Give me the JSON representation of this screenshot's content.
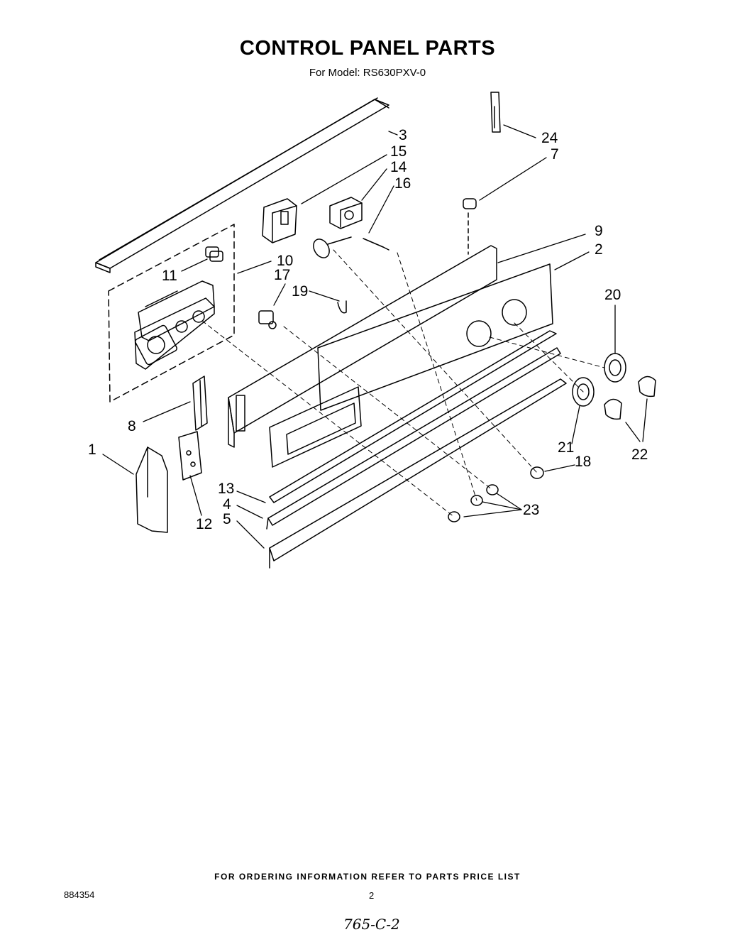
{
  "header": {
    "title": "CONTROL PANEL PARTS",
    "subtitle": "For Model: RS630PXV-0"
  },
  "callouts": {
    "c1": "1",
    "c2": "2",
    "c3": "3",
    "c4": "4",
    "c5": "5",
    "c7": "7",
    "c8": "8",
    "c9": "9",
    "c10": "10",
    "c11": "11",
    "c12": "12",
    "c13": "13",
    "c14": "14",
    "c15": "15",
    "c16": "16",
    "c17": "17",
    "c18": "18",
    "c19": "19",
    "c20": "20",
    "c21": "21",
    "c22": "22",
    "c23": "23",
    "c24": "24"
  },
  "footer": {
    "note": "FOR ORDERING INFORMATION REFER TO PARTS PRICE LIST",
    "doc_number": "884354",
    "page_number": "2",
    "handwritten": "765-C-2"
  }
}
